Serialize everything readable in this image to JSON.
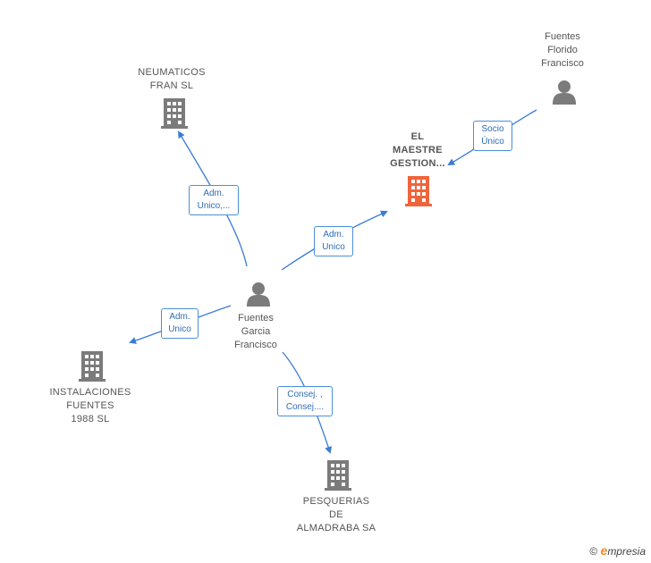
{
  "colors": {
    "edge": "#3a7bd5",
    "node_gray": "#7b7b7b",
    "node_highlight": "#f0643c"
  },
  "nodes": [
    {
      "id": "neumaticos",
      "type": "company",
      "label": "NEUMATICOS\nFRAN  SL"
    },
    {
      "id": "maestre",
      "type": "company-highlight",
      "label": "EL\nMAESTRE\nGESTION..."
    },
    {
      "id": "florido",
      "type": "person",
      "label": "Fuentes\nFlorido\nFrancisco"
    },
    {
      "id": "garcia",
      "type": "person",
      "label": "Fuentes\nGarcia\nFrancisco"
    },
    {
      "id": "instalaciones",
      "type": "company",
      "label": "INSTALACIONES\nFUENTES\n1988  SL"
    },
    {
      "id": "pesquerias",
      "type": "company",
      "label": "PESQUERIAS\nDE\nALMADRABA SA"
    }
  ],
  "edges": [
    {
      "from": "garcia",
      "to": "neumaticos",
      "label": "Adm.\nUnico,..."
    },
    {
      "from": "garcia",
      "to": "maestre",
      "label": "Adm.\nUnico"
    },
    {
      "from": "florido",
      "to": "maestre",
      "label": "Socio\nÚnico"
    },
    {
      "from": "garcia",
      "to": "instalaciones",
      "label": "Adm.\nUnico"
    },
    {
      "from": "garcia",
      "to": "pesquerias",
      "label": "Consej. ,\nConsej...."
    }
  ],
  "brand": {
    "copyright": "©",
    "initial": "e",
    "name": "mpresia"
  }
}
